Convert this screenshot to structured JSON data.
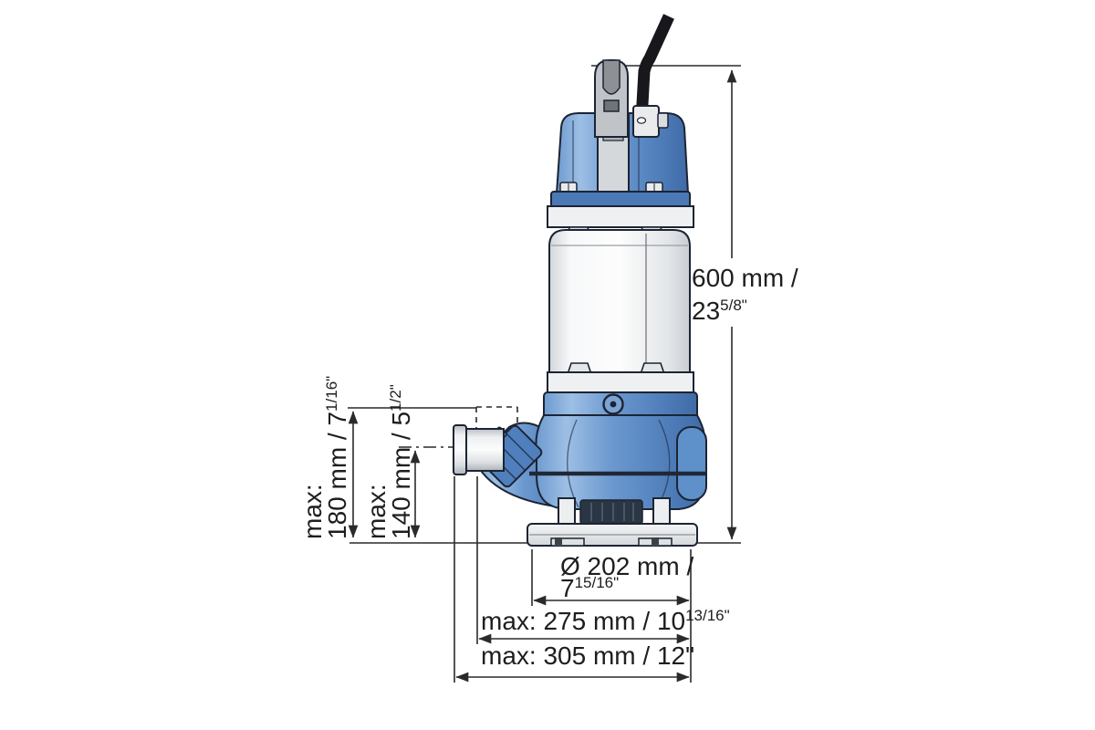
{
  "dimensions": {
    "height": {
      "metric": "600 mm /",
      "inch_main": "23",
      "inch_frac": "5/8",
      "inch_unit": "\""
    },
    "outlet_max_height": {
      "prefix": "max:",
      "main": "180 mm / 7",
      "frac": "1/16",
      "unit": "\""
    },
    "outlet_center_height": {
      "prefix": "max:",
      "main": "140 mm / 5",
      "frac": "1/2",
      "unit": "\""
    },
    "base_diameter": {
      "metric": "Ø 202 mm /",
      "inch_main": "7",
      "inch_frac": "15/16",
      "inch_unit": "\""
    },
    "max_width_discharge": {
      "main": "max: 275 mm / 10",
      "frac": "13/16",
      "unit": "\""
    },
    "max_width_total": {
      "text": "max: 305 mm / 12\""
    }
  },
  "colors": {
    "pump_blue": "#5e90ca",
    "pump_blue_dark": "#4a79b5",
    "steel_light": "#eef0f2",
    "handle_gray": "#c0c3c7",
    "cable_black": "#17171c",
    "dimension_line": "#2a2a2a"
  }
}
